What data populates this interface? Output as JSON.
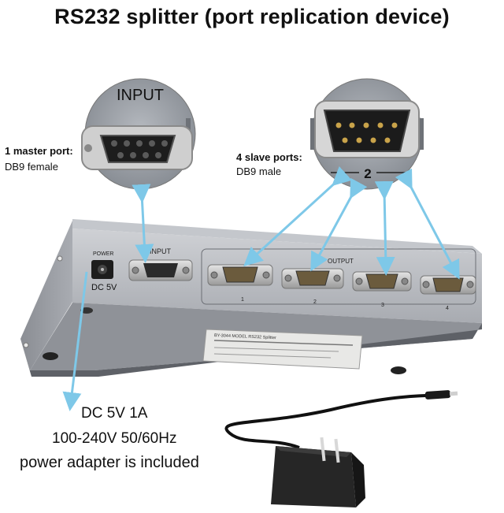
{
  "title": "RS232 splitter (port replication device)",
  "callouts": {
    "input_zoom_label": "INPUT",
    "master_port_label": "1 master port:",
    "master_port_type": "DB9 female",
    "slave_ports_label": "4 slave ports:",
    "slave_ports_type": "DB9 male",
    "slave_zoom_number": "2"
  },
  "device_panel": {
    "power_label": "POWER",
    "dc_label": "DC 5V",
    "input_label": "INPUT",
    "output_label": "OUTPUT",
    "port_numbers": [
      "1",
      "2",
      "3",
      "4"
    ],
    "sticker_line": "BY-3044 MODEL  RS232 Splitter"
  },
  "power_specs": {
    "line1": "DC 5V 1A",
    "line2": "100-240V 50/60Hz",
    "line3": "power adapter is included"
  },
  "colors": {
    "arrow": "#7ec8e8",
    "device_body": "#b9bcc2",
    "device_dark": "#8a8d93",
    "connector_metal": "#c9c9c9",
    "adapter": "#2a2a2a",
    "zoom_bg": "#9ea3aa"
  }
}
